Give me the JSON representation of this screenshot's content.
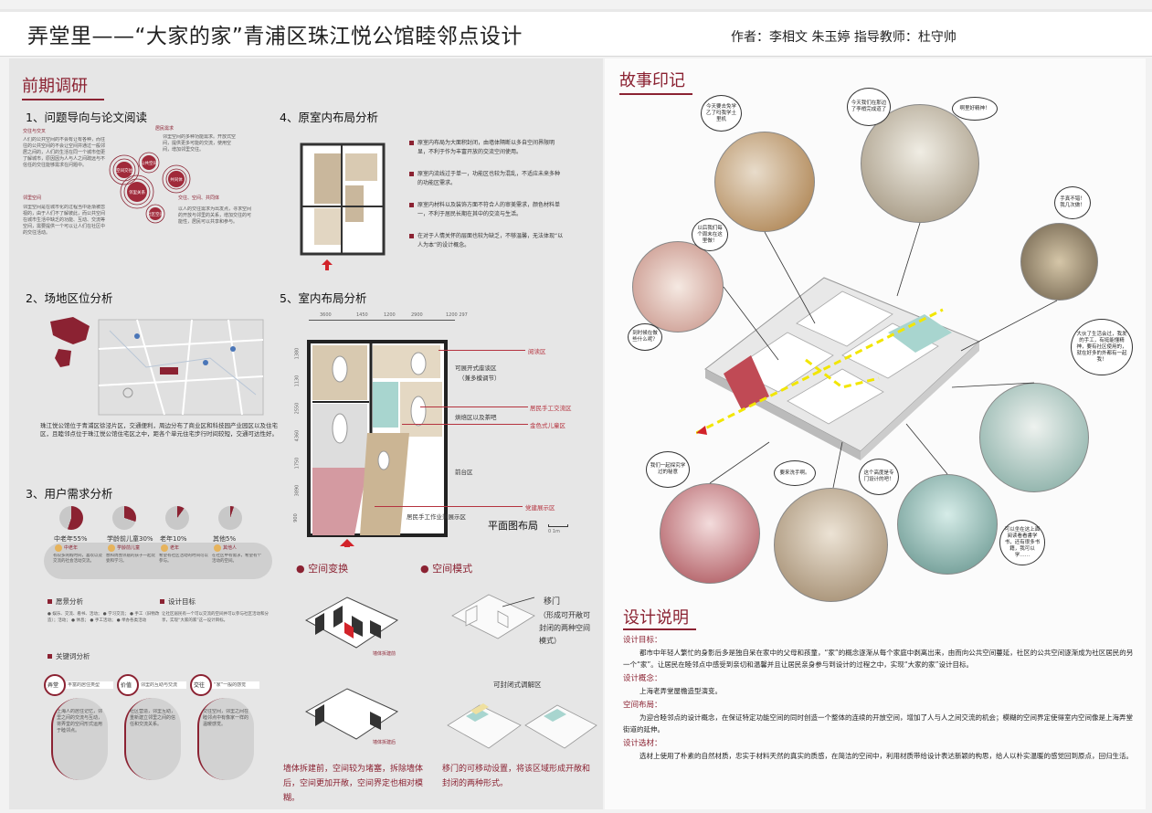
{
  "header": {
    "title": "弄堂里——“大家的家”青浦区珠江悦公馆睦邻点设计",
    "author": "作者：李相文 朱玉婷  指导教师：杜守帅"
  },
  "left": {
    "section_title": "前期调研",
    "s1": {
      "title": "1、问题导向与论文阅读",
      "left_head": "交往与交叉",
      "left_text": "人们的公共空间的不会有让有各种，而往往的公共空间的不会让空间并通过一般邻居之间的，人们的生活在同一个城市但更了解城市，原因因为人与人之间疏远与不信任的交往能够需求在问题中。",
      "left_head2": "邻里空间",
      "left_text2": "邻里空间是在城市化的过程当中逐渐被忽视的，由于人们不了解彼此，而公共空间在城市生活中缺乏的功能、互动、交流等空间，需要提供一个可以让人们在社区中的交往活动。",
      "right_head": "居民需求",
      "right_text": "邻里空间的多种功能需求。开放式空间，提供更多可能的交流，使用空间，增加邻里交往。",
      "right_head2": "交往、空间、共同体",
      "right_text2": "以人的交往需求为出发点，寻求空间的开放与邻里的关系，增加交往的可能性，居民可以共享和参与。",
      "circles": [
        "空间交往",
        "公共空间",
        "邻里关系",
        "共同体",
        "社区空间"
      ]
    },
    "s2": {
      "title": "2、场地区位分析",
      "caption": "珠江悦公馆位于青浦区徐泾片区，交通便利，周边分布了商业区和科技园产业园区以及住宅区，且睦邻点位于珠江悦公馆住宅区之中，距各个单元住宅步行时间较短，交通可达性好。"
    },
    "s3": {
      "title": "3、用户需求分析",
      "pies": [
        {
          "label": "中老年55%",
          "value": 55
        },
        {
          "label": "学龄前儿童30%",
          "value": 30
        },
        {
          "label": "老年10%",
          "value": 10
        },
        {
          "label": "其他5%",
          "value": 5
        }
      ],
      "users": [
        {
          "name": "中老年",
          "text": "有较多闲暇时间，喜欢以及交流的社会活动交流。"
        },
        {
          "name": "学龄前儿童",
          "text": "想和周围邻居的孩子一起玩耍和学习。"
        },
        {
          "name": "老年",
          "text": "希望有社区活动的时间可以参与。"
        },
        {
          "name": "其他人",
          "text": "在社区中有需求，希望有个活动的空间。"
        }
      ],
      "wish_title": "愿景分析",
      "wish_text": "● 娱乐、交流、看书、活动；  ● 学习交流；  ● 手工（旧物改造）；活动；  ● 休息；  ● 手工活动；  ● 举办各类活动",
      "goal_title": "设计目标",
      "goal_text": "让社区居民有一个可以交流的空间并可以参与社区活动和分享，实现“大家的家”这一设计目标。"
    },
    "s_key": {
      "title": "关键词分析",
      "words": [
        {
          "word": "弄堂",
          "head": "丰富的居住类型",
          "text": "上海人的居住记忆，邻里之间的交流与互动，将弄堂的空间形式运用于睦邻点。"
        },
        {
          "word": "价值",
          "head": "邻里的互助与交流",
          "text": "社区营造，邻里互助，重新建立邻里之间的信任和交流关系。"
        },
        {
          "word": "交往",
          "head": "“家”一般的感觉",
          "text": "交往空间，邻里之间在睦邻点中有像家一样的温暖感觉。"
        }
      ]
    },
    "s4": {
      "title": "4、原室内布局分析",
      "points": [
        "原室内布局为大面积封闭，由墙体隔断以多自空间界限明显，不利于作为丰富开放的交流空间使用。",
        "原室内流线过于单一，功能区也较为混乱，不适应未来多种的功能区需求。",
        "原室内材料以及装饰方面不符合人的审美需求，颜色材料单一，不利于居民长期在其中的交流与生活。",
        "在对于人情关怀的层面也较为缺乏，不够温馨，无法体现“以人为本”的设计概念。"
      ]
    },
    "s5": {
      "title": "5、室内布局分析",
      "dims": [
        "3600",
        "1450",
        "1200",
        "2900",
        "1200 297"
      ],
      "side_dims": [
        "1380",
        "1130",
        "2550",
        "4360",
        "1750",
        "3890",
        "900"
      ],
      "labels": [
        "阅读区",
        "可展开式座谈区",
        "（兼多模调节）",
        "居民手工交流区",
        "烘焙区以及茶吧",
        "金色式儿童区",
        "前台区",
        "党建展示区",
        "居民手工作业兼展示区"
      ],
      "plan_title": "平面图布局",
      "scale": "0        1m"
    },
    "transform": {
      "title": "空间变换",
      "label1": "墙体拆建前",
      "label2": "墙体拆建后",
      "caption": "墙体拆建前，空间较为堵塞，拆除墙体后，空间更加开敞，空间界定也相对模糊。"
    },
    "mode": {
      "title": "空间模式",
      "door_label": "移门",
      "door_text": "（形成可开敞可封闭的两种空间模式）",
      "closed_label": "可封闭式调解区",
      "caption": "移门的可移动设置，将该区域形成开敞和封闭的两种形式。"
    }
  },
  "right": {
    "story_title": "故事印记",
    "bubbles": [
      "今天要去免学乙了吗我学土里机",
      "今天我们在那边了李梢完成道了",
      "啊里好精神！",
      "手真不错！我几次做！",
      "以后我们每个周末在这里做！",
      "到时候在做些什么呢？",
      "大伙了生活会过，我发的手工，有挺能懂精神，要有社区使用的，就在好多的外都有一起我！",
      "我们一起探究学过的秘意",
      "要来洗手啊。",
      "这个高度是专门设计的吧！",
      "可以坐在这上面阅读看看書学书，还有很多书籍，我可以学……"
    ],
    "design_title": "设计说明",
    "design": [
      {
        "head": "设计目标：",
        "text": "都市中年轻人繁忙的身影后多是独自呆在家中的父母和孩童，“家”的概念逐渐从每个家庭中剥离出来，由而向公共空间蔓延，社区的公共空间逐渐成为社区居民的另一个“家”。让居民在睦邻点中感受到亲切和温馨并且让居民亲身参与到设计的过程之中，实现“大家的家”设计目标。"
      },
      {
        "head": "设计概念：",
        "text": "上海老弄堂屋檐造型演变。"
      },
      {
        "head": "空间布局：",
        "text": "为迎合睦邻点的设计概念，在保证特定功能空间的同时创造一个整体的连续的开放空间，增加了人与人之间交流的机会；模糊的空间界定使得室内空间像是上海弄堂街道的延伸。"
      },
      {
        "head": "设计选材：",
        "text": "选材上使用了朴素的自然材质，忠实于材料天然的真实的质感，在简洁的空间中，利用材质带给设计表达新颖的构思，给人以朴实温暖的感觉回到原点，回归生活。"
      }
    ]
  }
}
